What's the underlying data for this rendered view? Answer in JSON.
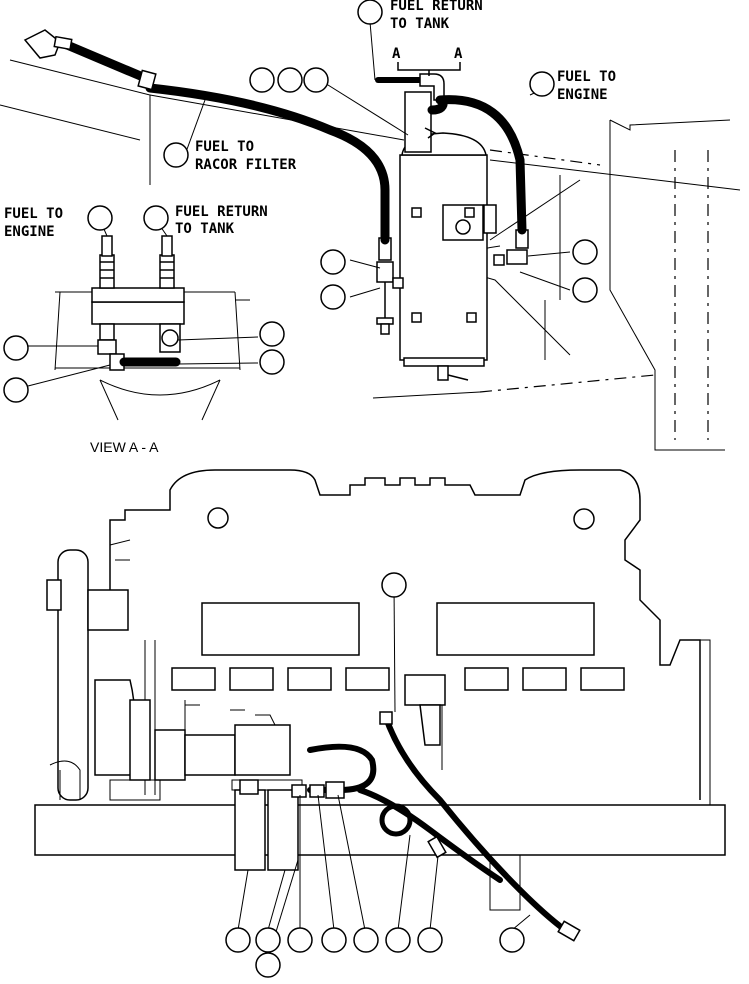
{
  "labels": {
    "fuel_return_top": [
      "FUEL RETURN",
      "TO TANK"
    ],
    "section_mark": "A",
    "fuel_to_engine_right": [
      "FUEL TO",
      "ENGINE"
    ],
    "fuel_to_racor": [
      "FUEL TO",
      "RACOR FILTER"
    ],
    "fuel_to_engine_left": [
      "FUEL TO",
      "ENGINE"
    ],
    "fuel_return_left": [
      "FUEL RETURN",
      "TO TANK"
    ],
    "view_label": "VIEW A - A"
  }
}
